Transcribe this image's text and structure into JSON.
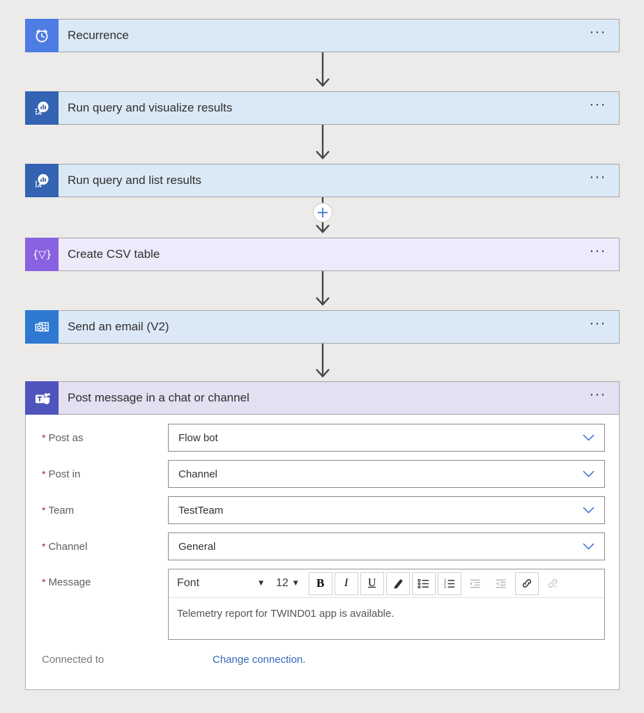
{
  "icons": {
    "ellipsis": "···",
    "csv_glyph": "{▽}"
  },
  "blocks": [
    {
      "label": "Recurrence"
    },
    {
      "label": "Run query and visualize results"
    },
    {
      "label": "Run query and list results"
    },
    {
      "label": "Create CSV table"
    },
    {
      "label": "Send an email (V2)"
    }
  ],
  "card": {
    "title": "Post message in a chat or channel",
    "required_marker": "*",
    "fields": [
      {
        "label": "Post as",
        "value": "Flow bot"
      },
      {
        "label": "Post in",
        "value": "Channel"
      },
      {
        "label": "Team",
        "value": "TestTeam"
      },
      {
        "label": "Channel",
        "value": "General"
      }
    ],
    "message": {
      "label": "Message",
      "toolbar": {
        "font_name": "Font",
        "font_size": "12",
        "bold": "B",
        "italic": "I",
        "underline": "U"
      },
      "content": "Telemetry report for TWIND01 app is available."
    },
    "connected_label": "Connected to",
    "change_link": "Change connection."
  },
  "colors": {
    "page_bg": "#ecebe9",
    "recurrence_icon": "#4d7ce2",
    "insights_icon": "#3363b2",
    "csv_icon": "#8862e0",
    "outlook_icon": "#2e78d2",
    "teams_icon": "#4f54bd",
    "blue_bar": "#dbe9f7",
    "purple_bar": "#efeafb",
    "teams_bar": "#e2e0f1",
    "required_red": "#a4262c",
    "link_blue": "#3467b8",
    "arrow": "#484644"
  }
}
